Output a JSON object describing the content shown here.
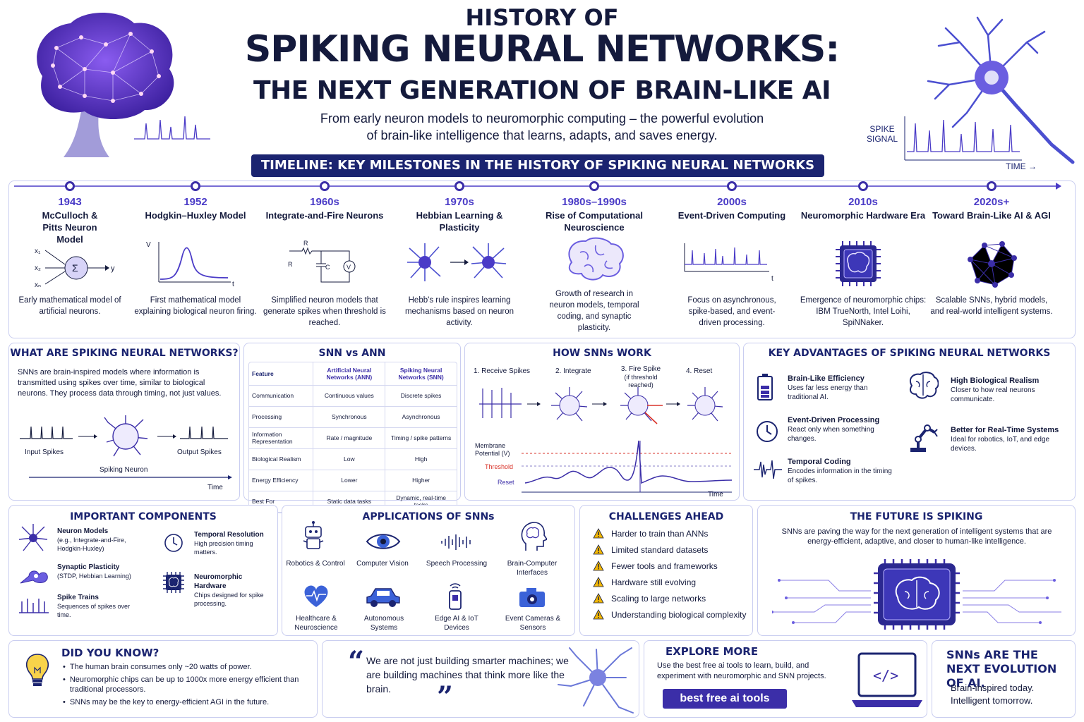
{
  "header": {
    "line1": "HISTORY OF",
    "line2": "SPIKING NEURAL NETWORKS:",
    "line3": "THE NEXT GENERATION OF BRAIN-LIKE AI",
    "subtitle1": "From early neuron models to neuromorphic computing – the powerful evolution",
    "subtitle2": "of brain-like intelligence that learns, adapts, and saves energy.",
    "spike_label1": "SPIKE",
    "spike_label2": "SIGNAL",
    "time_label": "TIME →"
  },
  "timeline": {
    "banner": "TIMELINE: KEY MILESTONES IN THE HISTORY OF SPIKING NEURAL NETWORKS",
    "items": [
      {
        "year": "1943",
        "name": "McCulloch & Pitts Neuron Model",
        "desc": "Early mathematical model of artificial neurons."
      },
      {
        "year": "1952",
        "name": "Hodgkin–Huxley Model",
        "desc": "First mathematical model explaining biological neuron firing."
      },
      {
        "year": "1960s",
        "name": "Integrate-and-Fire Neurons",
        "desc": "Simplified neuron models that generate spikes when threshold is reached."
      },
      {
        "year": "1970s",
        "name": "Hebbian Learning & Plasticity",
        "desc": "Hebb's rule inspires learning mechanisms based on neuron activity."
      },
      {
        "year": "1980s–1990s",
        "name": "Rise of Computational Neuroscience",
        "desc": "Growth of research in neuron models, temporal coding, and synaptic plasticity."
      },
      {
        "year": "2000s",
        "name": "Event-Driven Computing",
        "desc": "Focus on asynchronous, spike-based, and event-driven processing."
      },
      {
        "year": "2010s",
        "name": "Neuromorphic Hardware Era",
        "desc": "Emergence of neuromorphic chips: IBM TrueNorth, Intel Loihi, SpiNNaker."
      },
      {
        "year": "2020s+",
        "name": "Toward Brain-Like AI & AGI",
        "desc": "Scalable SNNs, hybrid models, and real-world intelligent systems."
      }
    ],
    "diagram_labels": {
      "x1": "x₁",
      "x2": "x₂",
      "xn": "xₙ",
      "sum": "Σ",
      "y": "y",
      "v": "V",
      "t": "t",
      "r1": "R",
      "r2": "R",
      "c": "C",
      "vm": "V",
      "t2": "t"
    }
  },
  "what_are": {
    "title": "WHAT ARE SPIKING NEURAL NETWORKS?",
    "text": "SNNs are brain-inspired models where information is transmitted using spikes over time, similar to biological neurons. They process data through timing, not just values.",
    "input": "Input Spikes",
    "output": "Output Spikes",
    "neuron": "Spiking Neuron",
    "time": "Time"
  },
  "snn_vs_ann": {
    "title": "SNN vs ANN",
    "headers": [
      "Feature",
      "Artificial Neural Networks (ANN)",
      "Spiking Neural Networks (SNN)"
    ],
    "rows": [
      [
        "Communication",
        "Continuous values",
        "Discrete spikes"
      ],
      [
        "Processing",
        "Synchronous",
        "Asynchronous"
      ],
      [
        "Information Representation",
        "Rate / magnitude",
        "Timing / spike patterns"
      ],
      [
        "Biological Realism",
        "Low",
        "High"
      ],
      [
        "Energy Efficiency",
        "Lower",
        "Higher"
      ],
      [
        "Best For",
        "Static data tasks",
        "Dynamic, real-time tasks"
      ]
    ]
  },
  "how_work": {
    "title": "HOW SNNs WORK",
    "steps": [
      "1. Receive Spikes",
      "2. Integrate",
      "3. Fire Spike",
      "4. Reset"
    ],
    "step3_note": "(if threshold reached)",
    "membrane": "Membrane Potential (V)",
    "threshold": "Threshold",
    "reset": "Reset",
    "time": "Time"
  },
  "advantages": {
    "title": "KEY ADVANTAGES OF SPIKING NEURAL NETWORKS",
    "items": [
      {
        "name": "Brain-Like Efficiency",
        "desc": "Uses far less energy than traditional AI.",
        "icon": "battery-icon"
      },
      {
        "name": "High Biological Realism",
        "desc": "Closer to how real neurons communicate.",
        "icon": "brain-icon"
      },
      {
        "name": "Event-Driven Processing",
        "desc": "React only when something changes.",
        "icon": "clock-icon"
      },
      {
        "name": "Better for Real-Time Systems",
        "desc": "Ideal for robotics, IoT, and edge devices.",
        "icon": "robot-arm-icon"
      },
      {
        "name": "Temporal Coding",
        "desc": "Encodes information in the timing of spikes.",
        "icon": "waveform-icon"
      }
    ]
  },
  "components": {
    "title": "IMPORTANT COMPONENTS",
    "items": [
      {
        "name": "Neuron Models",
        "desc": "(e.g., Integrate-and-Fire, Hodgkin-Huxley)"
      },
      {
        "name": "Temporal Resolution",
        "desc": "High precision timing matters."
      },
      {
        "name": "Synaptic Plasticity",
        "desc": "(STDP, Hebbian Learning)"
      },
      {
        "name": "Neuromorphic Hardware",
        "desc": "Chips designed for spike processing."
      },
      {
        "name": "Spike Trains",
        "desc": "Sequences of spikes over time."
      }
    ]
  },
  "applications": {
    "title": "APPLICATIONS OF SNNs",
    "items": [
      {
        "label": "Robotics & Control",
        "icon": "robot-icon"
      },
      {
        "label": "Computer Vision",
        "icon": "eye-icon"
      },
      {
        "label": "Speech Processing",
        "icon": "soundwave-icon"
      },
      {
        "label": "Brain-Computer Interfaces",
        "icon": "head-brain-icon"
      },
      {
        "label": "Healthcare & Neuroscience",
        "icon": "heart-icon"
      },
      {
        "label": "Autonomous Systems",
        "icon": "car-icon"
      },
      {
        "label": "Edge AI & IoT Devices",
        "icon": "phone-icon"
      },
      {
        "label": "Event Cameras & Sensors",
        "icon": "camera-icon"
      }
    ]
  },
  "challenges": {
    "title": "CHALLENGES AHEAD",
    "items": [
      "Harder to train than ANNs",
      "Limited standard datasets",
      "Fewer tools and frameworks",
      "Hardware still evolving",
      "Scaling to large networks",
      "Understanding biological complexity"
    ]
  },
  "future": {
    "title": "THE FUTURE IS SPIKING",
    "text": "SNNs are paving the way for the next generation of intelligent systems that are energy-efficient, adaptive, and closer to human-like intelligence."
  },
  "did_you_know": {
    "title": "DID YOU KNOW?",
    "items": [
      "The human brain consumes only ~20 watts of power.",
      "Neuromorphic chips can be up to 1000x more energy efficient than traditional processors.",
      "SNNs may be the key to energy-efficient AGI in the future."
    ]
  },
  "quote": {
    "open": "“",
    "close": "”",
    "text": "We are not just building smarter machines; we are building machines that think more like the brain."
  },
  "explore": {
    "title": "EXPLORE MORE",
    "text": "Use the best free ai tools to learn, build, and experiment with neuromorphic and SNN projects.",
    "button": "best free ai tools",
    "code": "</>"
  },
  "closing": {
    "title": "SNNs ARE THE NEXT EVOLUTION OF AI.",
    "line1": "Brain-inspired today.",
    "line2": "Intelligent tomorrow."
  },
  "colors": {
    "navy": "#1b2470",
    "purple": "#3b2ea8",
    "accent": "#4a3bc7",
    "red": "#d9342b",
    "warning": "#f2b705"
  }
}
